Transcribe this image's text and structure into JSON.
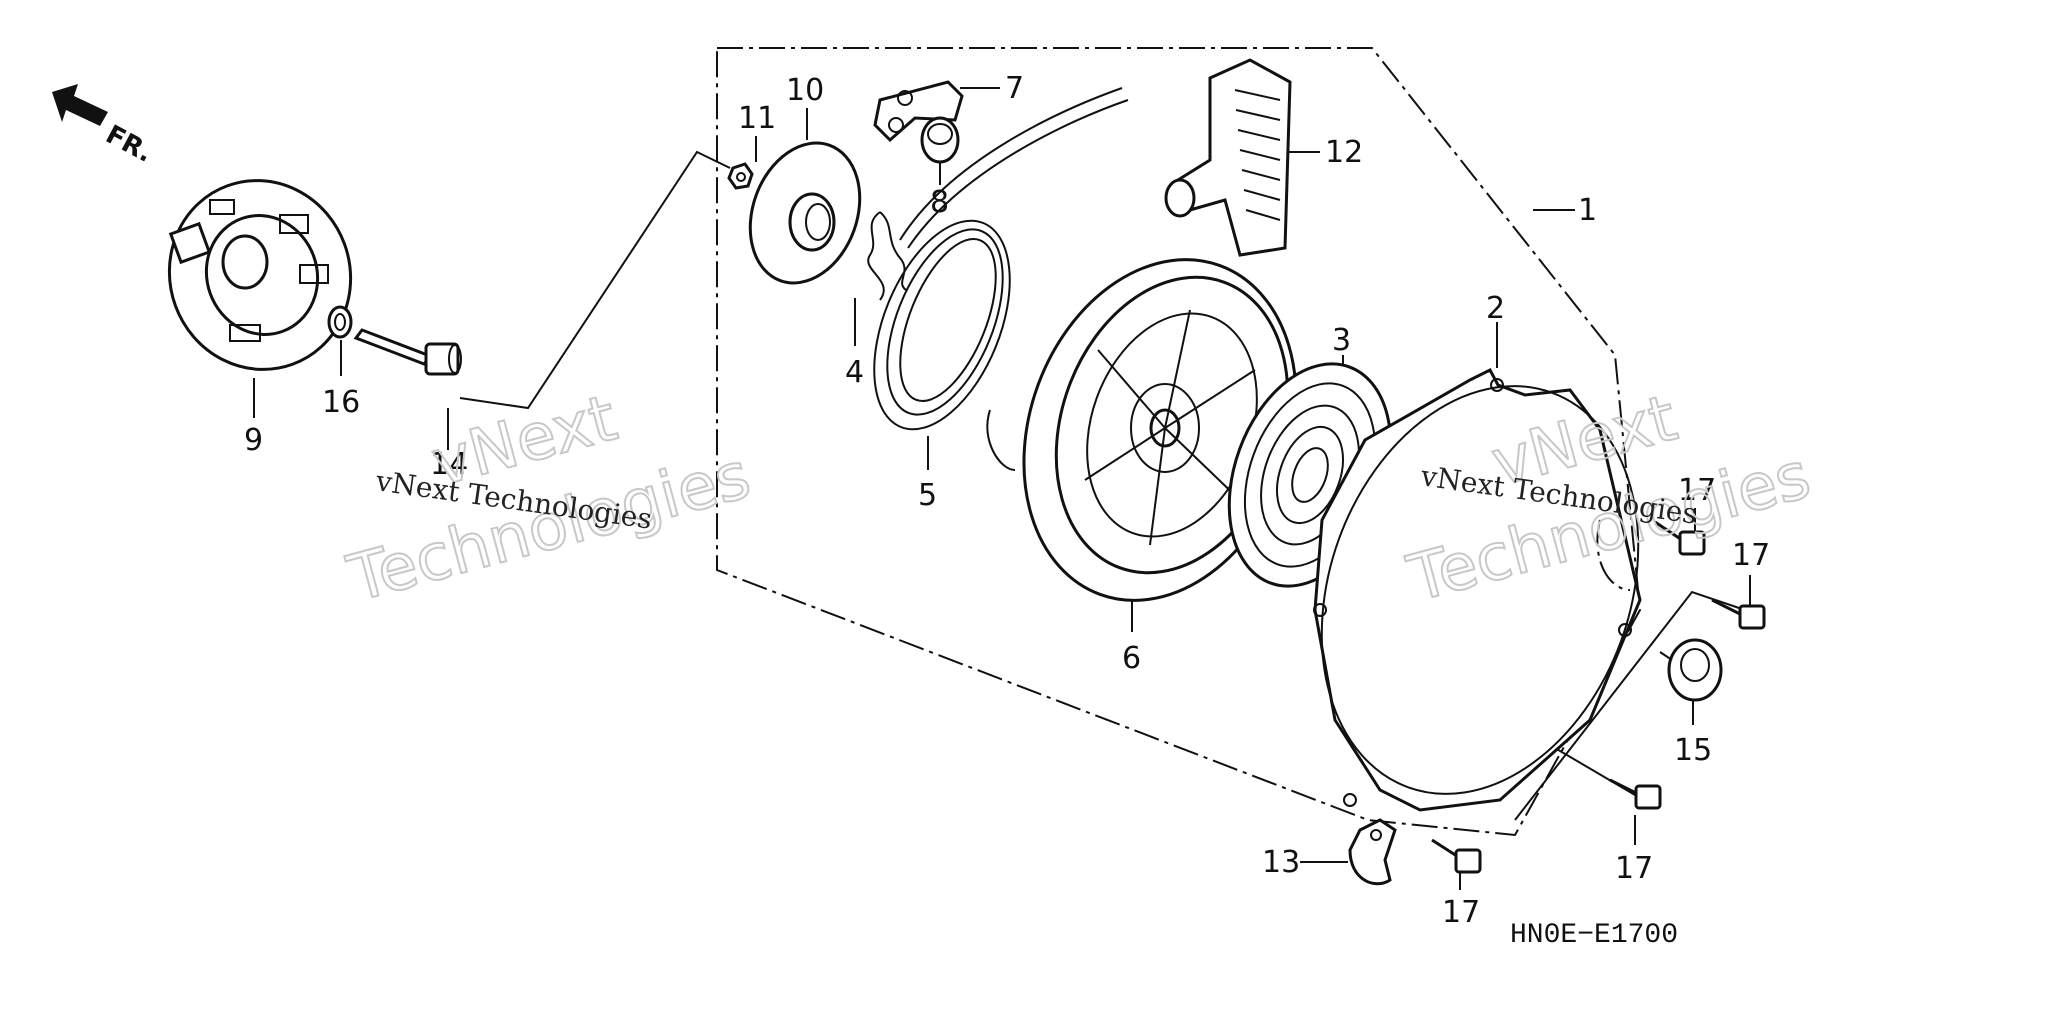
{
  "diagram_code": "HN0E−E1700",
  "direction_label": "FR.",
  "watermark": {
    "brand": "vNext",
    "word": "Technologies",
    "full": "vNext Technologies"
  },
  "callouts": [
    "1",
    "2",
    "3",
    "4",
    "5",
    "6",
    "7",
    "8",
    "9",
    "10",
    "11",
    "12",
    "13",
    "14",
    "15",
    "16",
    "17"
  ]
}
